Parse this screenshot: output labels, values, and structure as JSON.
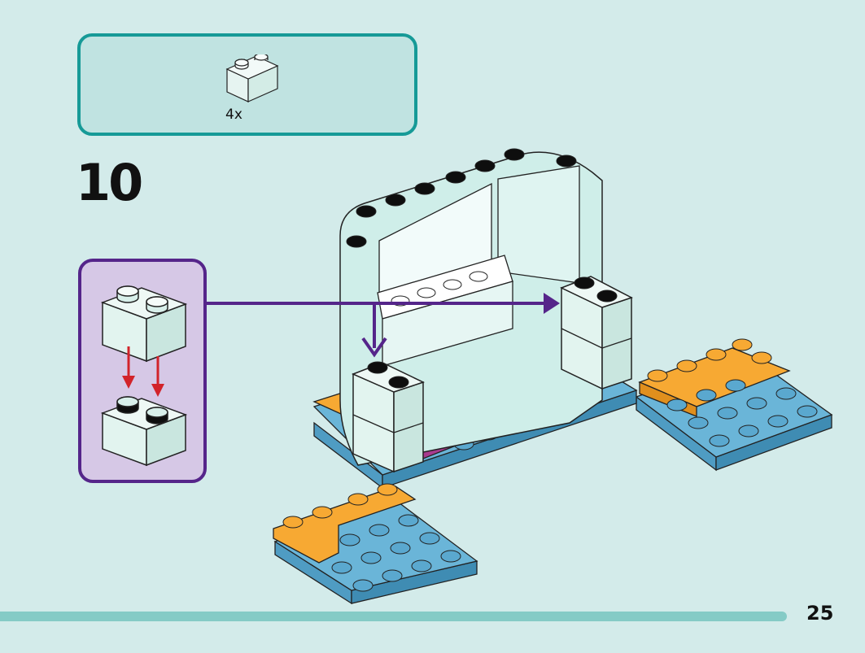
{
  "parts_list": {
    "quantity": "4x",
    "brick": "light-aqua-1x2-brick"
  },
  "step": {
    "number": "10"
  },
  "page": {
    "number": "25",
    "progress": 0.91
  },
  "colors": {
    "background": "#d3ebea",
    "parts_box_fill": "#c0e3e1",
    "parts_box_border": "#169a97",
    "callout_fill": "#d6c8e6",
    "callout_border": "#55258a",
    "arrow_purple": "#55258a",
    "arrow_red": "#d2232a",
    "brick_aqua": "#d8efea",
    "plate_blue": "#6ab5d8",
    "plate_orange": "#f7a933",
    "tile_magenta": "#a83b8e",
    "progress": "#85cbc6"
  }
}
